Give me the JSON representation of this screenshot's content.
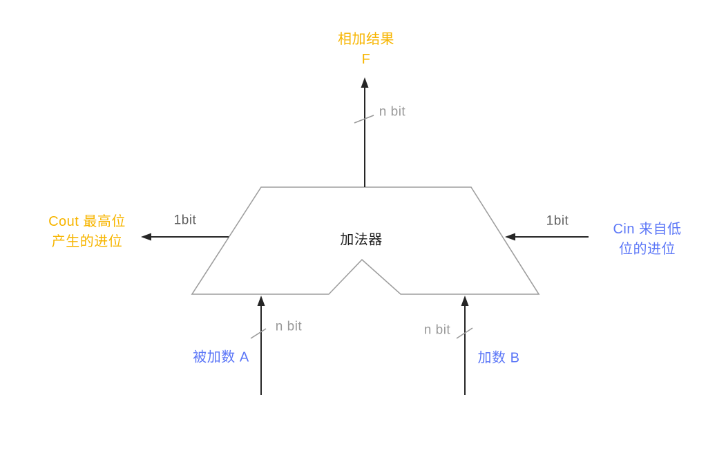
{
  "diagram": {
    "type": "adder-block-diagram",
    "adder": {
      "label": "加法器"
    },
    "output_top": {
      "label_line1": "相加结果",
      "label_line2": "F",
      "width_label": "n bit"
    },
    "carry_out": {
      "label_line1": "Cout 最高位",
      "label_line2": "产生的进位",
      "width_label": "1bit"
    },
    "carry_in": {
      "label_line1": "Cin 来自低",
      "label_line2": "位的进位",
      "width_label": "1bit"
    },
    "input_a": {
      "label": "被加数 A",
      "width_label": "n bit"
    },
    "input_b": {
      "label": "加数 B",
      "width_label": "n bit"
    },
    "colors": {
      "accent_yellow": "#F7B500",
      "accent_blue": "#5B76F7",
      "shape_stroke": "#9E9E9E",
      "arrow": "#262626",
      "bus_gray": "#999999",
      "bit_gray": "#5F5F5F",
      "body_text": "#1F1F1F"
    }
  }
}
